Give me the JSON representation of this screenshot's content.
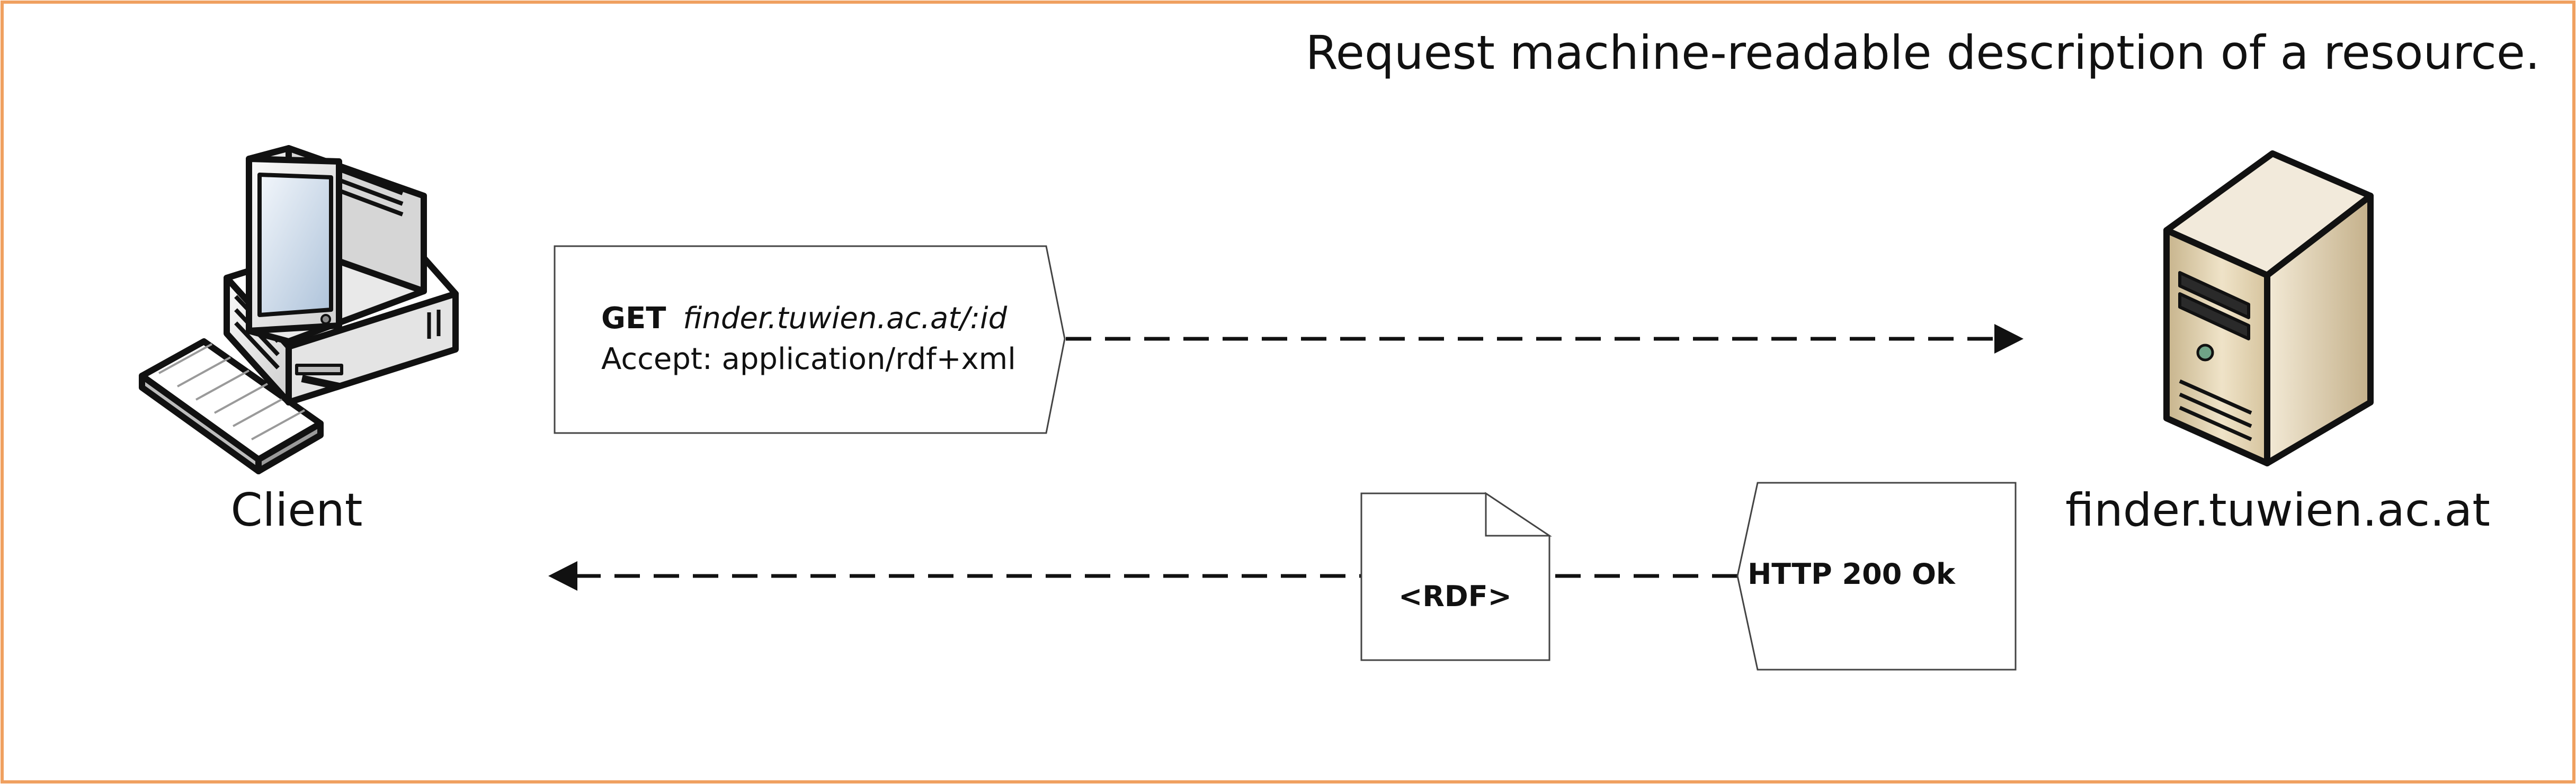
{
  "title": "Request machine-readable description of a resource.",
  "client": {
    "label": "Client",
    "icon": "desktop-computer-icon"
  },
  "server": {
    "label": "finder.tuwien.ac.at",
    "icon": "server-tower-icon"
  },
  "request": {
    "method": "GET",
    "url": "finder.tuwien.ac.at/:id",
    "accept": "Accept: application/rdf+xml"
  },
  "response": {
    "status": "HTTP 200 Ok",
    "document": "<RDF>"
  },
  "colors": {
    "frame": "#f0a060",
    "stroke": "#444444",
    "server_body": "#e6d8b8",
    "monitor_screen": "#d7e4f2"
  }
}
